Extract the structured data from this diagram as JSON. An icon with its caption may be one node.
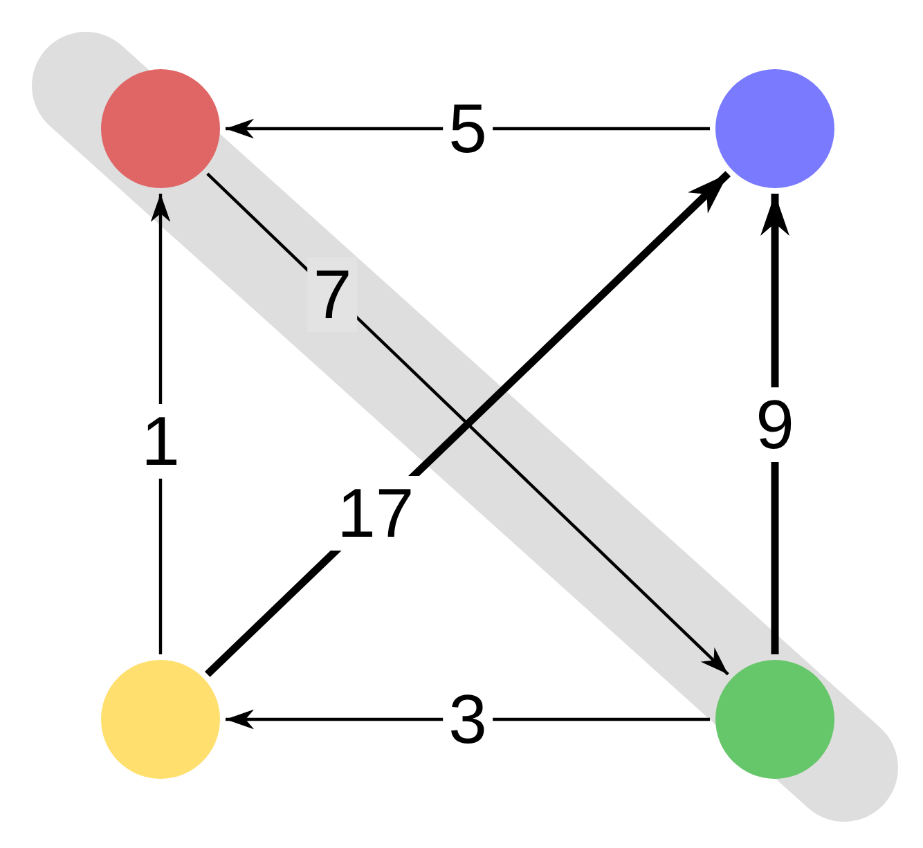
{
  "diagram": {
    "nodes": [
      {
        "text": [],
        "shape": "circle"
      },
      {
        "text": [],
        "shape": "circle"
      },
      {
        "text": [],
        "shape": "circle"
      },
      {
        "text": [],
        "shape": "circle"
      }
    ],
    "edges": [
      {
        "from": 1,
        "to": 0,
        "arrow": "to",
        "label": "5"
      },
      {
        "from": 0,
        "to": 3,
        "arrow": "to",
        "label": "7"
      },
      {
        "from": 2,
        "to": 0,
        "arrow": "to",
        "label": "1"
      },
      {
        "from": 2,
        "to": 1,
        "arrow": "to",
        "label": "17",
        "style": "thick"
      },
      {
        "from": 3,
        "to": 1,
        "arrow": "to",
        "label": "9",
        "style": "thick"
      },
      {
        "from": 3,
        "to": 2,
        "arrow": "to",
        "label": "3"
      }
    ]
  }
}
